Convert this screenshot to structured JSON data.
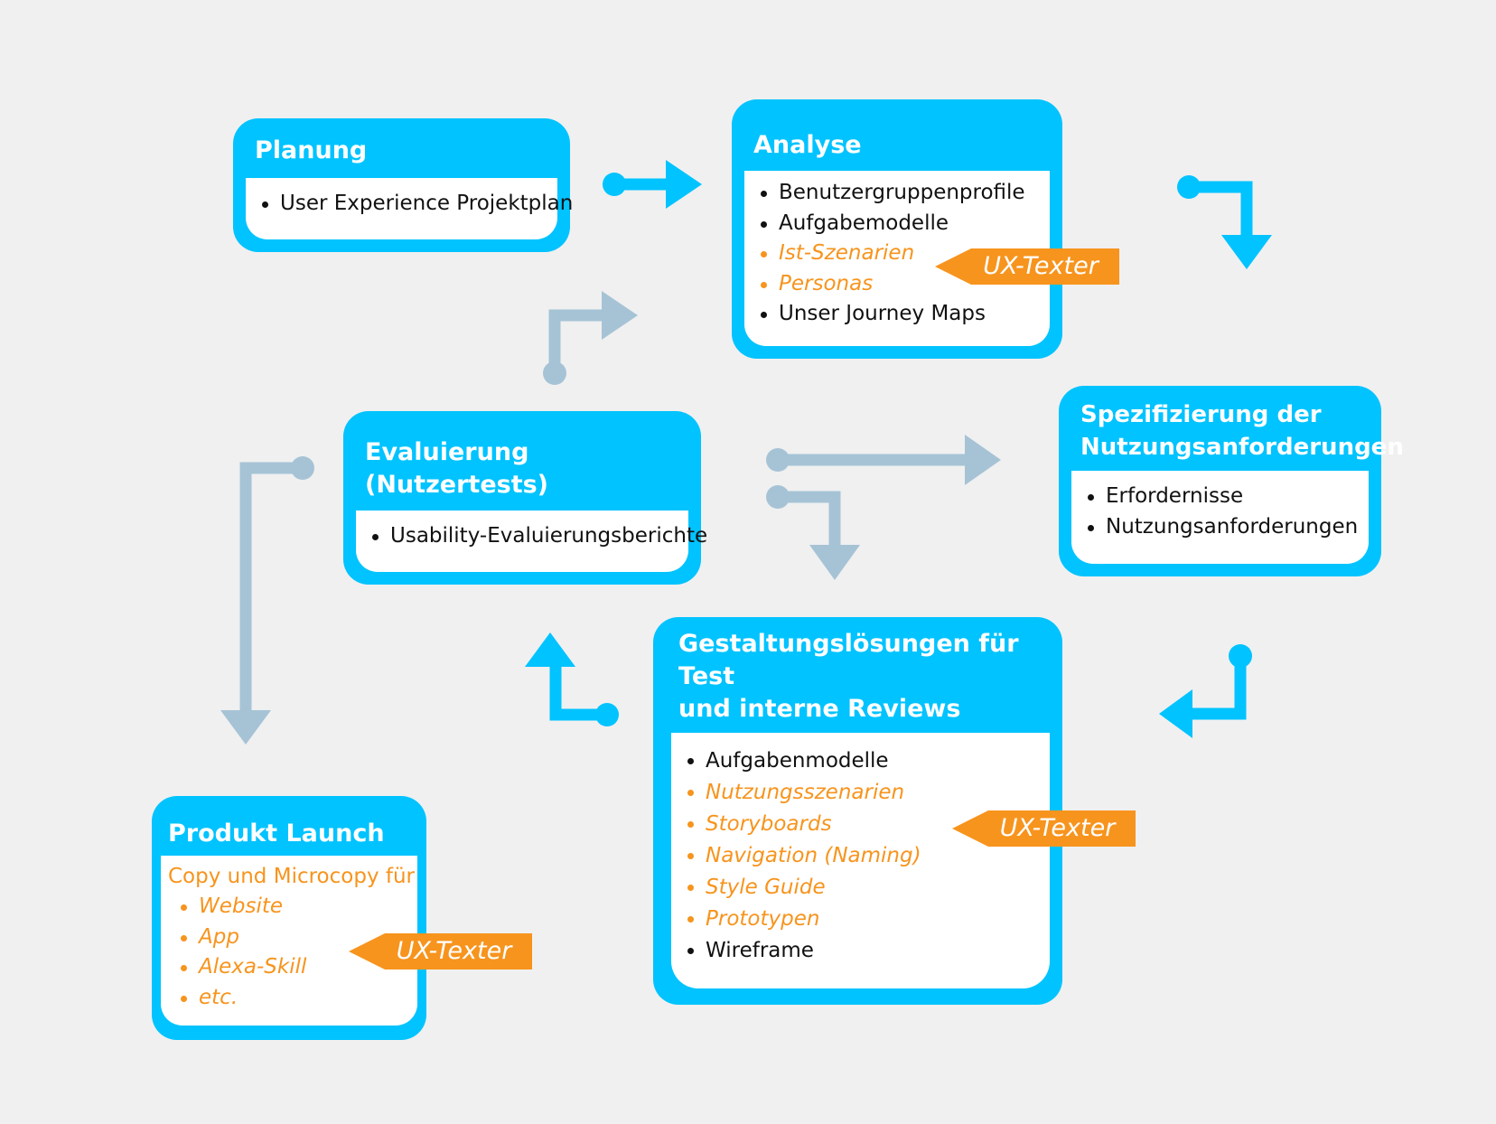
{
  "colors": {
    "box": "#00c3ff",
    "connector_blue": "#00c3ff",
    "connector_grey": "#a6c3d6",
    "accent": "#f7941d",
    "background": "#f0f0f0"
  },
  "boxes": {
    "planung": {
      "title": "Planung",
      "items": [
        "User Experience Projektplan"
      ]
    },
    "analyse": {
      "title": "Analyse",
      "items": [
        "Benutzergruppenprofile",
        "Aufgabemodelle",
        "Ist-Szenarien",
        "Personas",
        "Unser Journey Maps"
      ]
    },
    "spezifizierung": {
      "title_line1": "Spezifizierung der",
      "title_line2": "Nutzungsanforderungen",
      "items": [
        "Erfordernisse",
        "Nutzungsanforderungen"
      ]
    },
    "evaluierung": {
      "title": "Evaluierung (Nutzertests)",
      "items": [
        "Usability-Evaluierungsberichte"
      ]
    },
    "gestaltung": {
      "title_line1": "Gestaltungslösungen für Test",
      "title_line2": "und interne Reviews",
      "items": [
        "Aufgabenmodelle",
        "Nutzungsszenarien",
        "Storyboards",
        "Navigation (Naming)",
        "Style Guide",
        "Prototypen",
        "Wireframe"
      ]
    },
    "launch": {
      "title": "Produkt Launch",
      "lead": "Copy und Microcopy für",
      "items": [
        "Website",
        "App",
        "Alexa-Skill",
        "etc."
      ]
    }
  },
  "ux_tag_label": "UX-Texter"
}
